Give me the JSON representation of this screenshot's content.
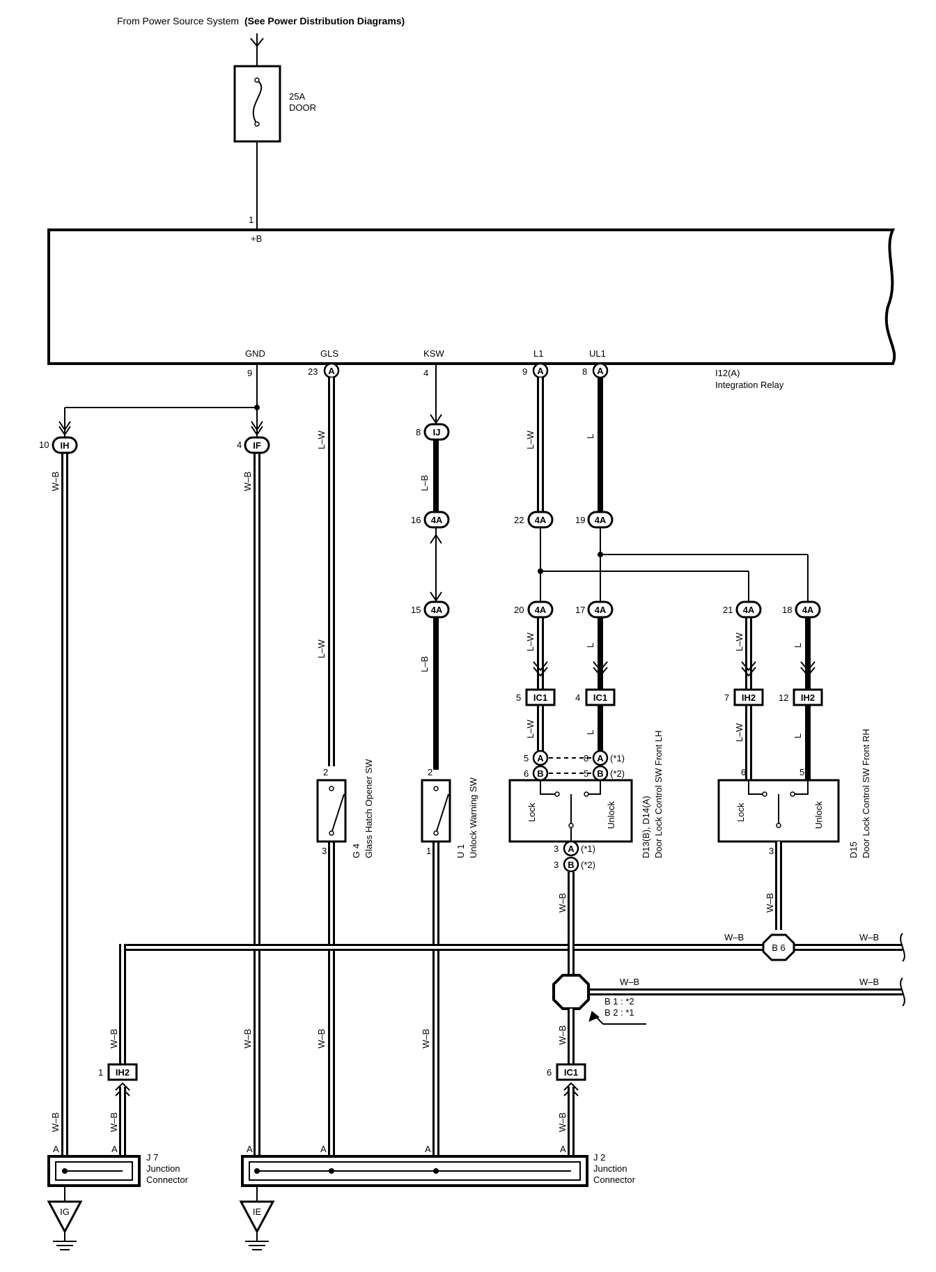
{
  "header": {
    "source_plain": "From Power Source System",
    "source_bold": "(See Power Distribution Diagrams)"
  },
  "fuse": {
    "rating": "25A",
    "name": "DOOR"
  },
  "relay": {
    "name": "I12(A)",
    "desc": "Integration Relay",
    "plus_b": "+B",
    "pin_plus_b": "1",
    "terminals": [
      {
        "label": "GND",
        "pin": "9"
      },
      {
        "label": "GLS",
        "pin": "23",
        "conn": "A"
      },
      {
        "label": "KSW",
        "pin": "4"
      },
      {
        "label": "L1",
        "pin": "9",
        "conn": "A"
      },
      {
        "label": "UL1",
        "pin": "8",
        "conn": "A"
      }
    ]
  },
  "junction_top": [
    {
      "pin": "10",
      "code": "IH"
    },
    {
      "pin": "4",
      "code": "IF"
    },
    {
      "pin": "8",
      "code": "IJ"
    },
    {
      "pin": "16",
      "code": "4A"
    },
    {
      "pin": "22",
      "code": "4A"
    },
    {
      "pin": "19",
      "code": "4A"
    },
    {
      "pin": "15",
      "code": "4A"
    },
    {
      "pin": "20",
      "code": "4A"
    },
    {
      "pin": "17",
      "code": "4A"
    },
    {
      "pin": "21",
      "code": "4A"
    },
    {
      "pin": "18",
      "code": "4A"
    }
  ],
  "conn_boxes": [
    {
      "pin": "5",
      "code": "IC1"
    },
    {
      "pin": "4",
      "code": "IC1"
    },
    {
      "pin": "7",
      "code": "IH2"
    },
    {
      "pin": "12",
      "code": "IH2"
    },
    {
      "pin": "1",
      "code": "IH2"
    },
    {
      "pin": "6",
      "code": "IC1"
    }
  ],
  "wire_colors": {
    "wb": "W–B",
    "lw": "L–W",
    "lb": "L–B",
    "l": "L"
  },
  "switches": {
    "g4": {
      "id": "G 4",
      "name": "Glass Hatch Opener SW",
      "pin_top": "2",
      "pin_bot": "3"
    },
    "u1": {
      "id": "U 1",
      "name": "Unlock Warning SW",
      "pin_top": "2",
      "pin_bot": "1"
    },
    "d13": {
      "id": "D13(B), D14(A)",
      "name": "Door Lock Control SW Front LH",
      "lock": "Lock",
      "unlock": "Unlock",
      "pins": {
        "a_left": "5",
        "b_left": "6",
        "a_right": "8",
        "b_right": "5",
        "a_bot": "3",
        "b_bot": "3"
      },
      "note1": "(*1)",
      "note2": "(*2)"
    },
    "d15": {
      "id": "D15",
      "name": "Door Lock Control SW Front RH",
      "lock": "Lock",
      "unlock": "Unlock",
      "pins": {
        "left": "6",
        "right": "5",
        "bot": "3"
      }
    }
  },
  "grounds_points": {
    "b6": "B 6",
    "b1": "B 1 : *2",
    "b2": "B 2 : *1"
  },
  "junction_connectors": {
    "j7": {
      "id": "J 7",
      "line1": "Junction",
      "line2": "Connector",
      "pin": "A"
    },
    "j2": {
      "id": "J 2",
      "line1": "Junction",
      "line2": "Connector",
      "pin": "A"
    }
  },
  "grounds": {
    "ig": "IG",
    "ie": "IE"
  },
  "conn_letters": {
    "a": "A",
    "b": "B"
  }
}
